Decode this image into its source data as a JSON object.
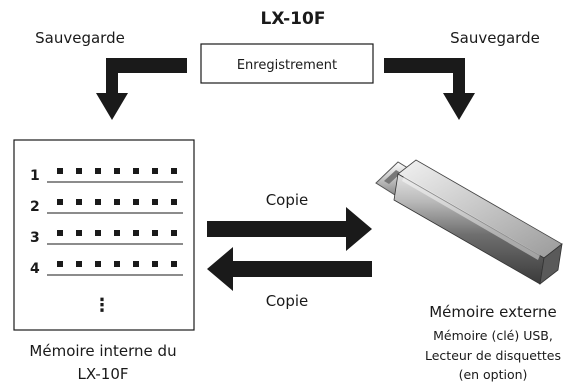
{
  "device": {
    "model": "LX-10F",
    "save_box_label": "Enregistrement"
  },
  "save_labels": {
    "left": "Sauvegarde",
    "right": "Sauvegarde"
  },
  "internal_memory": {
    "slots": [
      "1",
      "2",
      "3",
      "4"
    ],
    "more": "⋮",
    "caption_line1": "Mémoire interne du",
    "caption_line2": "LX-10F"
  },
  "copy_labels": {
    "to_external": "Copie",
    "to_internal": "Copie"
  },
  "external_memory": {
    "title": "Mémoire externe",
    "line1": "Mémoire (clé) USB,",
    "line2": "Lecteur de disquettes",
    "line3": "(en option)"
  }
}
